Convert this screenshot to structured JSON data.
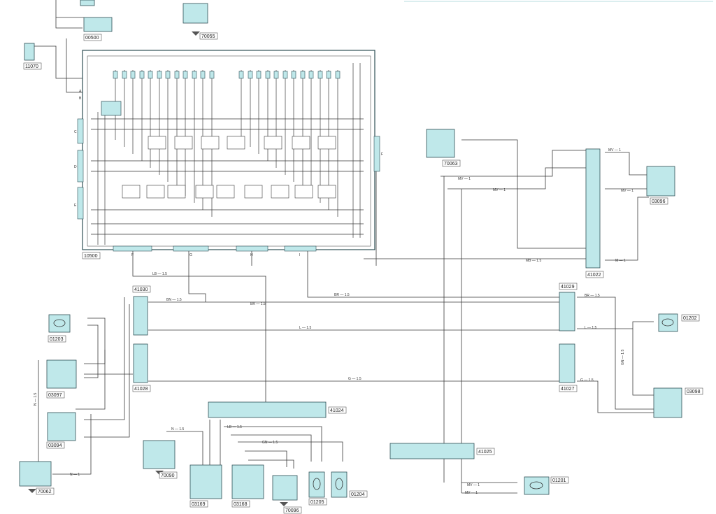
{
  "colors": {
    "wire": "#3a3a3a",
    "box_fill": "#bfe8ea",
    "box_stroke": "#2f4f55",
    "label_fill": "#ffffff",
    "label_stroke": "#555555",
    "ground": "#555555"
  },
  "components": [
    {
      "id": "c00500",
      "code": "00500"
    },
    {
      "id": "c70055",
      "code": "70055"
    },
    {
      "id": "c11070",
      "code": "11070"
    },
    {
      "id": "c10500",
      "code": "10500"
    },
    {
      "id": "c70063",
      "code": "70063"
    },
    {
      "id": "c41022",
      "code": "41022"
    },
    {
      "id": "c03096",
      "code": "03096"
    },
    {
      "id": "c41030",
      "code": "41030"
    },
    {
      "id": "c41028",
      "code": "41028"
    },
    {
      "id": "c41029",
      "code": "41029"
    },
    {
      "id": "c41027",
      "code": "41027"
    },
    {
      "id": "c01202",
      "code": "01202"
    },
    {
      "id": "c03098",
      "code": "03098"
    },
    {
      "id": "c01203",
      "code": "01203"
    },
    {
      "id": "c03097",
      "code": "03097"
    },
    {
      "id": "c03094",
      "code": "03094"
    },
    {
      "id": "c70062",
      "code": "70062"
    },
    {
      "id": "c41024",
      "code": "41024"
    },
    {
      "id": "c70090",
      "code": "70090"
    },
    {
      "id": "c03169",
      "code": "03169"
    },
    {
      "id": "c03168",
      "code": "03168"
    },
    {
      "id": "c70096",
      "code": "70096"
    },
    {
      "id": "c01205",
      "code": "01205"
    },
    {
      "id": "c01204",
      "code": "01204"
    },
    {
      "id": "c41025",
      "code": "41025"
    },
    {
      "id": "c01201",
      "code": "01201"
    }
  ],
  "wire_labels": [
    {
      "id": "w1",
      "text": "LB — 1.5"
    },
    {
      "id": "w2",
      "text": "BN — 1.5"
    },
    {
      "id": "w3",
      "text": "BR — 1.5"
    },
    {
      "id": "w4",
      "text": "BR — 1.5"
    },
    {
      "id": "w5",
      "text": "L — 1.5"
    },
    {
      "id": "w6",
      "text": "G — 1.5"
    },
    {
      "id": "w7",
      "text": "MV — 1"
    },
    {
      "id": "w8",
      "text": "MV — 1"
    },
    {
      "id": "w9",
      "text": "MV — 1"
    },
    {
      "id": "w10",
      "text": "MV — 1"
    },
    {
      "id": "w11",
      "text": "MB — 1.5"
    },
    {
      "id": "w12",
      "text": "M — 1"
    },
    {
      "id": "w13",
      "text": "BR — 1.5"
    },
    {
      "id": "w14",
      "text": "L — 1.5"
    },
    {
      "id": "w15",
      "text": "G — 1.5"
    },
    {
      "id": "w16",
      "text": "N — 1.5"
    },
    {
      "id": "w17",
      "text": "LB — 1.5"
    },
    {
      "id": "w18",
      "text": "GN — 1.5"
    },
    {
      "id": "w19",
      "text": "MV — 1"
    },
    {
      "id": "w20",
      "text": "MV — 1"
    },
    {
      "id": "w21",
      "text": "N — 1"
    },
    {
      "id": "w22",
      "text": "GN — 1.5"
    },
    {
      "id": "w23",
      "text": "N — 1.5"
    }
  ],
  "pin_letters": {
    "A": "A",
    "B": "B",
    "C": "C",
    "D": "D",
    "E": "E",
    "F": "F",
    "G": "G",
    "H": "H",
    "I": "I"
  }
}
